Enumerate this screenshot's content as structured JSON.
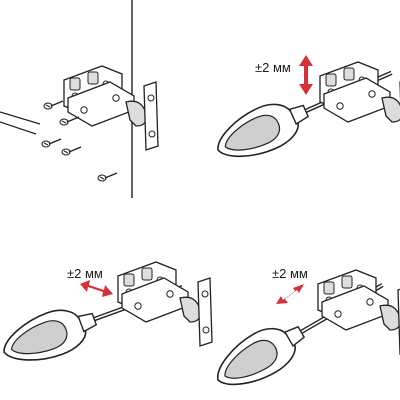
{
  "panels": [
    {
      "id": "mount",
      "label": ""
    },
    {
      "id": "vertical",
      "label": "±2 мм",
      "arrow": "vertical"
    },
    {
      "id": "depth",
      "label": "±2 мм",
      "arrow": "diagonal"
    },
    {
      "id": "side",
      "label": "±2 мм",
      "arrow": "diagonal"
    }
  ],
  "colors": {
    "arrow": "#d6303a",
    "line": "#222222",
    "fill": "#ffffff",
    "shade": "#cfcfcf"
  },
  "icons": [
    "hinge-icon",
    "screw-icon",
    "screwdriver-icon",
    "double-arrow-icon",
    "cabinet-wall-icon"
  ]
}
